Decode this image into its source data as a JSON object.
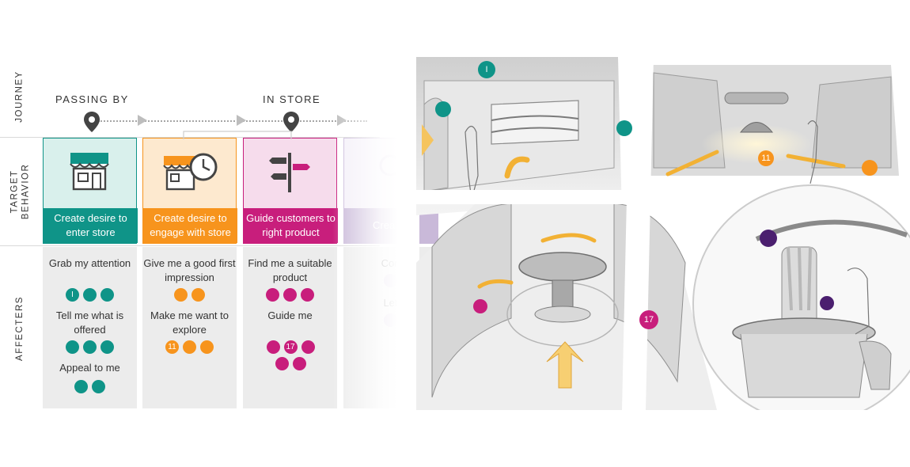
{
  "row_labels": {
    "journey": "JOURNEY",
    "target_behavior": "TARGET BEHAVIOR",
    "affecters": "AFFECTERS"
  },
  "stages": {
    "passing_by": "PASSING BY",
    "in_store": "IN STORE"
  },
  "columns": [
    {
      "title": "Create desire to enter store",
      "color": "#0f9488",
      "light": "#d9f0ec",
      "icon": "storefront-icon",
      "affecters": [
        {
          "text": "Grab my attention",
          "dots": [
            "I",
            "",
            ""
          ]
        },
        {
          "text": "Tell me what is offered",
          "dots": [
            "",
            "",
            ""
          ]
        },
        {
          "text": "Appeal to me",
          "dots": [
            "",
            ""
          ]
        }
      ]
    },
    {
      "title": "Create desire to engage with store",
      "color": "#f7941d",
      "light": "#fde9cf",
      "icon": "store-clock-icon",
      "affecters": [
        {
          "text": "Give me a good first impression",
          "dots": [
            "",
            ""
          ]
        },
        {
          "text": "Make me want to explore",
          "dots": [
            "11",
            "",
            ""
          ]
        }
      ]
    },
    {
      "title": "Guide customers to right product",
      "color": "#c81e7c",
      "light": "#f6dcec",
      "icon": "signpost-icon",
      "affecters": [
        {
          "text": "Find me a suitable product",
          "dots": [
            "",
            "",
            ""
          ]
        },
        {
          "text": "Guide me",
          "dots": [
            "",
            "17",
            "",
            "",
            ""
          ]
        }
      ]
    },
    {
      "title": "Crea for",
      "color": "#c9b9d9",
      "light": "#f4f0f8",
      "icon": "faded-icon",
      "affecters": [
        {
          "text": "Con",
          "dots": [
            ""
          ]
        },
        {
          "text": "Let",
          "dots": [
            ""
          ]
        }
      ]
    }
  ],
  "sketch_badges": [
    {
      "label": "I",
      "color": "#0f9488"
    },
    {
      "label": "",
      "color": "#0f9488"
    },
    {
      "label": "",
      "color": "#0f9488"
    },
    {
      "label": "11",
      "color": "#f7941d"
    },
    {
      "label": "",
      "color": "#f7941d"
    },
    {
      "label": "",
      "color": "#c81e7c"
    },
    {
      "label": "17",
      "color": "#c81e7c"
    },
    {
      "label": "",
      "color": "#4b1f6f"
    },
    {
      "label": "",
      "color": "#4b1f6f"
    }
  ]
}
